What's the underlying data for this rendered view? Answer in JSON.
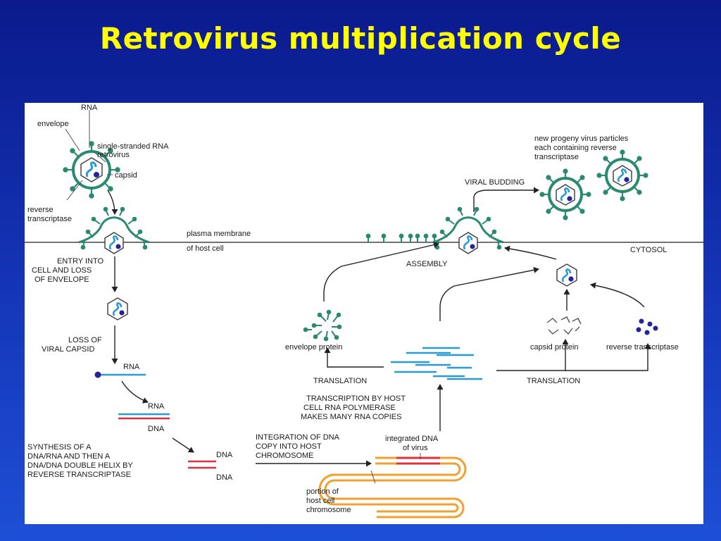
{
  "title": "Retrovirus multiplication cycle",
  "colors": {
    "background": "#1536b8",
    "title": "#ffff00",
    "rna": "#2a9ad8",
    "dna": "#e03040",
    "virus": "#2a8a70",
    "chromosome": "#f0a030",
    "enzyme": "#23239a"
  },
  "diagram": {
    "labels": {
      "rna_top": "RNA",
      "envelope": "envelope",
      "single_stranded_1": "single-stranded RNA",
      "single_stranded_2": "retrovirus",
      "capsid": "capsid",
      "reverse_1": "reverse",
      "reverse_2": "transcriptase",
      "plasma_1": "plasma membrane",
      "plasma_2": "of host cell",
      "cytosol": "CYTOSOL",
      "entry_1": "ENTRY INTO",
      "entry_2": "CELL AND LOSS",
      "entry_3": "OF ENVELOPE",
      "loss_1": "LOSS OF",
      "loss_2": "VIRAL CAPSID",
      "rna_mid": "RNA",
      "rna_hybrid": "RNA",
      "dna_hybrid": "DNA",
      "synth_1": "SYNTHESIS OF A",
      "synth_2": "DNA/RNA AND THEN A",
      "synth_3": "DNA/DNA DOUBLE HELIX BY",
      "synth_4": "REVERSE TRANSCRIPTASE",
      "dna_ds_1": "DNA",
      "dna_ds_2": "DNA",
      "integration_1": "INTEGRATION OF DNA",
      "integration_2": "COPY INTO HOST",
      "integration_3": "CHROMOSOME",
      "integrated_1": "integrated DNA",
      "integrated_2": "of virus",
      "portion_1": "portion of",
      "portion_2": "host cell",
      "portion_3": "chromosome",
      "transcription_1": "TRANSCRIPTION BY HOST",
      "transcription_2": "CELL RNA POLYMERASE",
      "transcription_3": "MAKES MANY RNA COPIES",
      "translation_left": "TRANSLATION",
      "translation_right": "TRANSLATION",
      "envelope_protein": "envelope protein",
      "capsid_protein": "capsid protein",
      "reverse_transcriptase": "reverse transcriptase",
      "assembly": "ASSEMBLY",
      "viral_budding": "VIRAL BUDDING",
      "progeny_1": "new progeny virus particles",
      "progeny_2": "each containing reverse",
      "progeny_3": "transcriptase"
    }
  }
}
